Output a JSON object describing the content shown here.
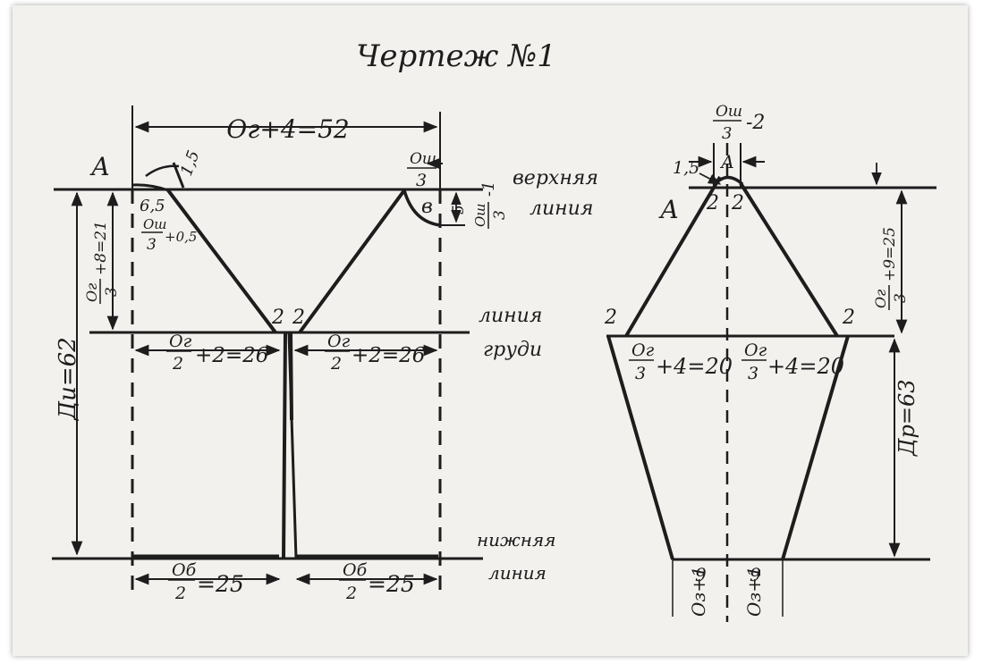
{
  "title": "Чертеж №1",
  "left": {
    "point_a": "А",
    "top_width": "Ог+4=52",
    "neck_offset": "1,5",
    "neck_depth": "6,5",
    "neck_formula_num": "Ош",
    "neck_formula_den": "3",
    "neck_formula_tail": "+0,5",
    "shoulder_top_num": "Ош",
    "shoulder_top_den": "3",
    "shoulder_drop_num": "Ош",
    "shoulder_drop_den": "3",
    "shoulder_drop_tail": "-1",
    "shoulder_depth": "5",
    "point_b": "в",
    "armhole_num": "Ог",
    "armhole_den": "3",
    "armhole_tail": "+8=21",
    "length": "Ди=62",
    "bust_mark_left": "2",
    "bust_mark_right": "2",
    "bust_left_num": "Ог",
    "bust_left_den": "2",
    "bust_left_tail": "+2=26",
    "bust_right_num": "Ог",
    "bust_right_den": "2",
    "bust_right_tail": "+2=26",
    "hem_left_num": "Об",
    "hem_left_den": "2",
    "hem_left_tail": "=25",
    "hem_right_num": "Об",
    "hem_right_den": "2",
    "hem_right_tail": "=25"
  },
  "labels": {
    "top_line_1": "верхняя",
    "top_line_2": "линия",
    "bust_line_1": "линия",
    "bust_line_2": "груди",
    "bottom_line_1": "нижняя",
    "bottom_line_2": "линия"
  },
  "right": {
    "neck_num": "Ош",
    "neck_den": "3",
    "neck_tail": "-2",
    "offset": "1,5",
    "point_a_small": "А",
    "point_a": "А",
    "neck_mark_left": "2",
    "neck_mark_right": "2",
    "side_mark_left": "2",
    "side_mark_right": "2",
    "armhole_num": "Ог",
    "armhole_den": "3",
    "armhole_tail": "+9=25",
    "bust_left_num": "Ог",
    "bust_left_den": "3",
    "bust_left_tail": "+4=20",
    "bust_right_num": "Ог",
    "bust_right_den": "3",
    "bust_right_tail": "+4=20",
    "length": "Др=63",
    "hem_mark_left": "9",
    "hem_mark_right": "9",
    "hem_formula_left": "Оз+1",
    "hem_formula_right": "Оз+1"
  }
}
